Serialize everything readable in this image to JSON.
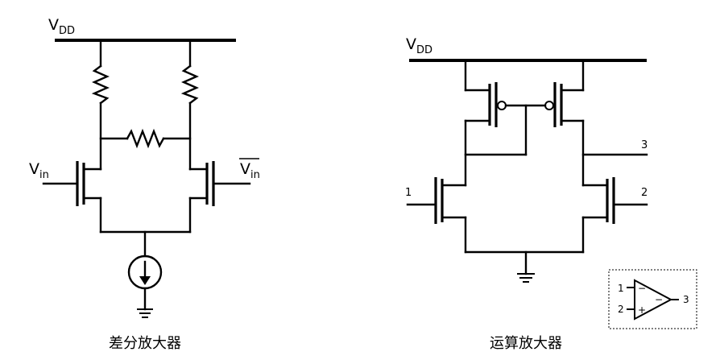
{
  "left_circuit": {
    "vdd_label": "V",
    "vdd_sub": "DD",
    "vin_label": "V",
    "vin_sub": "in",
    "vin_bar_label": "V",
    "vin_bar_sub": "in",
    "caption": "差分放大器"
  },
  "right_circuit": {
    "vdd_label": "V",
    "vdd_sub": "DD",
    "node_1": "1",
    "node_2": "2",
    "node_3": "3",
    "caption": "运算放大器"
  },
  "opamp_symbol": {
    "pin_1": "1",
    "pin_2": "2",
    "pin_3": "3",
    "minus": "−",
    "plus": "+"
  }
}
